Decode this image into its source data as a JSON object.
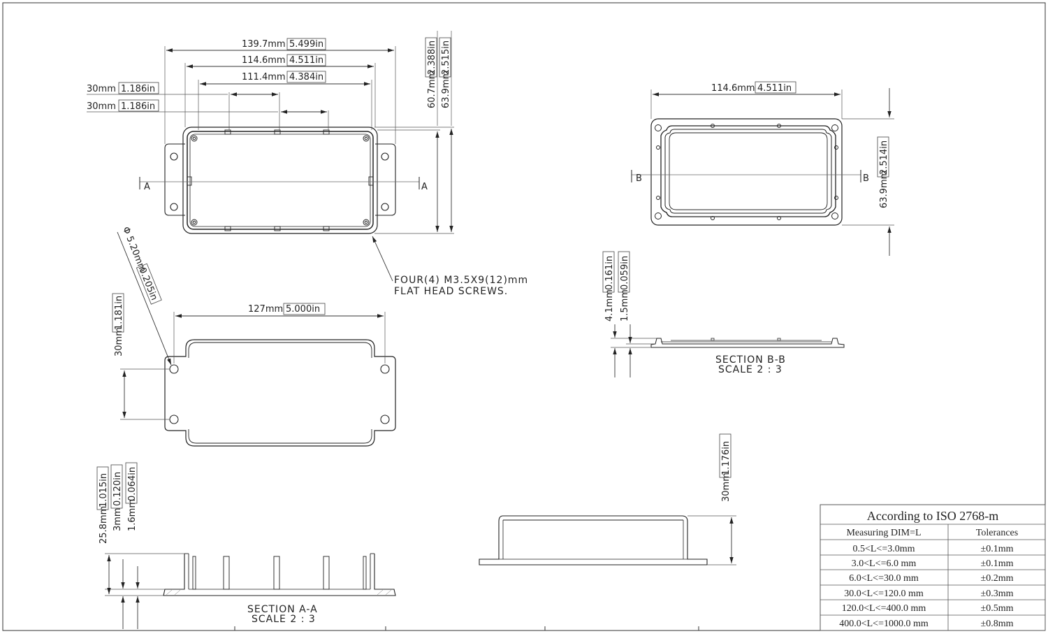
{
  "top_view": {
    "dim_overall": {
      "mm": "139.7mm",
      "in": "5.499in"
    },
    "dim_body": {
      "mm": "114.6mm",
      "in": "4.511in"
    },
    "dim_inner": {
      "mm": "111.4mm",
      "in": "4.384in"
    },
    "dim_rib1": {
      "mm": "30mm",
      "in": "1.186in"
    },
    "dim_rib2": {
      "mm": "30mm",
      "in": "1.186in"
    },
    "dim_height_inner": {
      "mm": "60.7mm",
      "in": "2.388in"
    },
    "dim_height_outer": {
      "mm": "63.9mm",
      "in": "2.515in"
    },
    "section_marker": "A",
    "screw_note_line1": "FOUR(4) M3.5X9(12)mm",
    "screw_note_line2": "FLAT HEAD SCREWS."
  },
  "bottom_view": {
    "dim_hole_diameter": {
      "mm": "Φ 5.20mm",
      "in": "0.205in"
    },
    "dim_hole_spacing_x": {
      "mm": "127mm",
      "in": "5.000in"
    },
    "dim_hole_spacing_y": {
      "mm": "30mm",
      "in": "1.181in"
    }
  },
  "section_a": {
    "dim_height": {
      "mm": "25.8mm",
      "in": "1.015in"
    },
    "dim_wall": {
      "mm": "3mm",
      "in": "0.120in"
    },
    "dim_flange": {
      "mm": "1.6mm",
      "in": "0.064in"
    },
    "title": "SECTION  A-A",
    "scale": "SCALE  2 : 3"
  },
  "lid_view": {
    "dim_width": {
      "mm": "114.6mm",
      "in": "4.511in"
    },
    "dim_height": {
      "mm": "63.9mm",
      "in": "2.514in"
    },
    "section_marker": "B"
  },
  "section_b": {
    "dim_height": {
      "mm": "4.1mm",
      "in": "0.161in"
    },
    "dim_thickness": {
      "mm": "1.5mm",
      "in": "0.059in"
    },
    "title": "SECTION  B-B",
    "scale": "SCALE  2 : 3"
  },
  "side_view": {
    "dim_height": {
      "mm": "30mm",
      "in": "1.176in"
    }
  },
  "tolerance_table": {
    "title": "According to ISO 2768-m",
    "headers": [
      "Measuring  DIM=L",
      "Tolerances"
    ],
    "rows": [
      [
        "0.5<L<=3.0mm",
        "±0.1mm"
      ],
      [
        "3.0<L<=6.0 mm",
        "±0.1mm"
      ],
      [
        "6.0<L<=30.0 mm",
        "±0.2mm"
      ],
      [
        "30.0<L<=120.0 mm",
        "±0.3mm"
      ],
      [
        "120.0<L<=400.0 mm",
        "±0.5mm"
      ],
      [
        "400.0<L<=1000.0 mm",
        "±0.8mm"
      ]
    ]
  }
}
